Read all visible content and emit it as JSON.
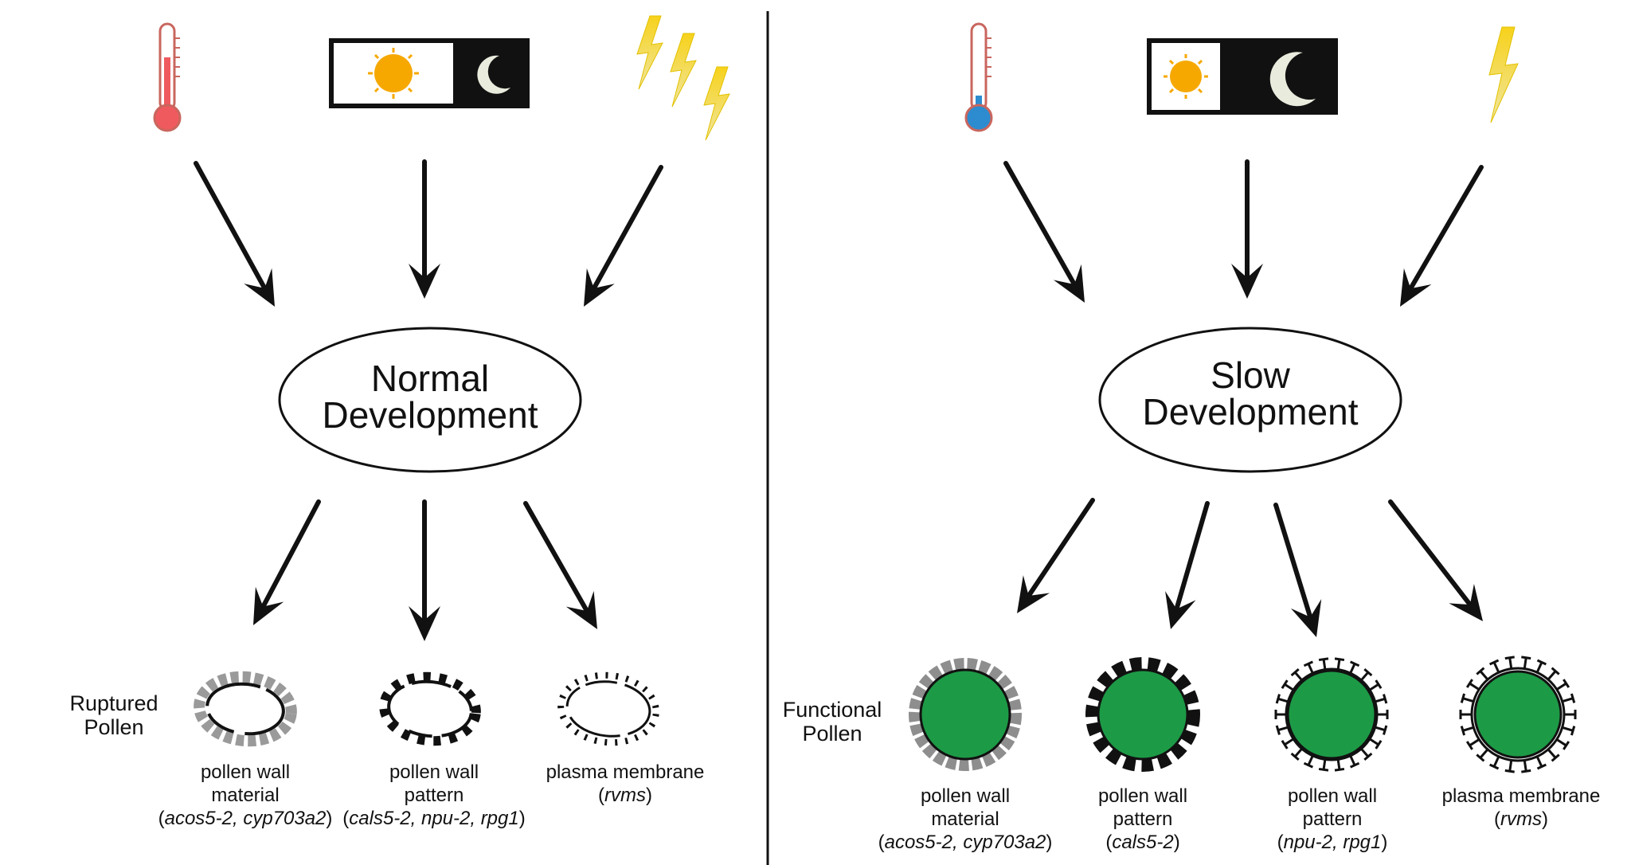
{
  "colors": {
    "arrow": "#111111",
    "divider": "#111111",
    "pollen_green": "#1d9a46",
    "wall_grey": "#8e8e8e",
    "thermo_warm": "#ef5a5f",
    "thermo_cold": "#2d8ccf",
    "sun": "#f6a800",
    "bolt": "#f3d12a"
  },
  "icons": {
    "left": [
      "thermometer-warm-icon",
      "long-day-sun-moon-icon",
      "strong-lightning-icon"
    ],
    "right": [
      "thermometer-cold-icon",
      "short-day-sun-moon-icon",
      "weak-lightning-icon"
    ]
  },
  "left_panel": {
    "center": [
      "Normal",
      "Development"
    ],
    "outcome_label": [
      "Ruptured",
      "Pollen"
    ],
    "captions": [
      {
        "line1": "pollen wall",
        "line2": "material",
        "genes": "acos5-2, cyp703a2"
      },
      {
        "line1": "pollen wall",
        "line2": "pattern",
        "genes": "cals5-2, npu-2, rpg1"
      },
      {
        "line1": "plasma membrane",
        "line2": "",
        "genes": "rvms"
      }
    ]
  },
  "right_panel": {
    "center": [
      "Slow",
      "Development"
    ],
    "outcome_label": [
      "Functional",
      "Pollen"
    ],
    "captions": [
      {
        "line1": "pollen wall",
        "line2": "material",
        "genes": "acos5-2, cyp703a2"
      },
      {
        "line1": "pollen wall",
        "line2": "pattern",
        "genes": "cals5-2"
      },
      {
        "line1": "pollen wall",
        "line2": "pattern",
        "genes": "npu-2, rpg1"
      },
      {
        "line1": "plasma membrane",
        "line2": "",
        "genes": "rvms"
      }
    ]
  }
}
